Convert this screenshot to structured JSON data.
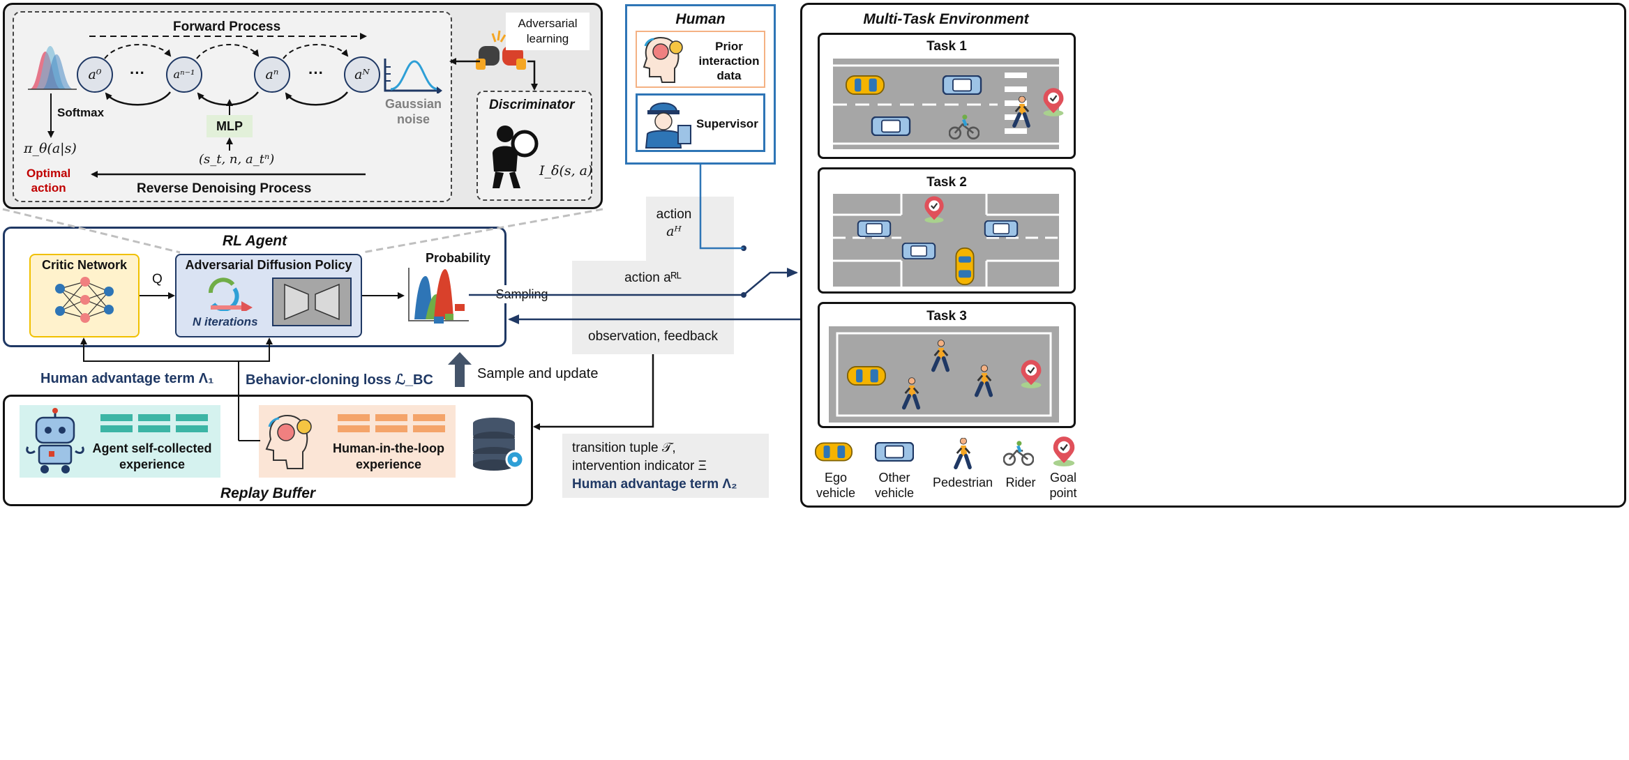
{
  "diffusion": {
    "forward": "Forward Process",
    "reverse": "Reverse Denoising  Process",
    "nodes": [
      "a⁰",
      "aⁿ⁻¹",
      "aⁿ",
      "aᴺ"
    ],
    "dots": "···",
    "softmax": "Softmax",
    "pi": "π_θ(a|s)",
    "optimal_1": "Optimal",
    "optimal_2": "action",
    "mlp": "MLP",
    "mlp_input": "(s_t, n, a_tⁿ)",
    "gaussian_1": "Gaussian",
    "gaussian_2": "noise",
    "adversarial_1": "Adversarial",
    "adversarial_2": "learning",
    "discriminator": "Discriminator",
    "disc_fn": "I_δ(s, a)"
  },
  "human": {
    "title": "Human",
    "prior_1": "Prior",
    "prior_2": "interaction",
    "prior_3": "data",
    "supervisor": "Supervisor"
  },
  "agent": {
    "title": "RL Agent",
    "critic": "Critic Network",
    "q": "Q",
    "policy": "Adversarial Diffusion Policy",
    "iter_n": "N",
    "iter_rest": " iterations",
    "probability": "Probability",
    "sampling": "Sampling"
  },
  "flow": {
    "action_h_1": "action",
    "action_h_2": "aᴴ",
    "action_rl": "action aᴿᴸ",
    "observation": "observation, feedback",
    "sample_update": "Sample and update",
    "human_adv_1": "Human advantage term Λ₁",
    "bc_loss": "Behavior-cloning loss ℒ_BC",
    "transition": "transition tuple 𝒯,",
    "intervention": "intervention indicator Ξ",
    "human_adv_2": "Human advantage term Λ₂"
  },
  "buffer": {
    "title": "Replay Buffer",
    "agent_1": "Agent self-collected",
    "agent_2": "experience",
    "human_1": "Human-in-the-loop",
    "human_2": "experience"
  },
  "env": {
    "title": "Multi-Task Environment",
    "task1": "Task 1",
    "task2": "Task 2",
    "task3": "Task 3",
    "legend": {
      "ego_1": "Ego",
      "ego_2": "vehicle",
      "other_1": "Other",
      "other_2": "vehicle",
      "pedestrian": "Pedestrian",
      "rider": "Rider",
      "goal_1": "Goal",
      "goal_2": "point"
    }
  },
  "colors": {
    "navy": "#1f3864",
    "critic_bg": "#fff2cc",
    "critic_border": "#f0c000",
    "policy_bg": "#dae3f3",
    "road": "#a6a6a6",
    "red_text": "#c00000",
    "mlp_bg": "#e2f0d9"
  }
}
